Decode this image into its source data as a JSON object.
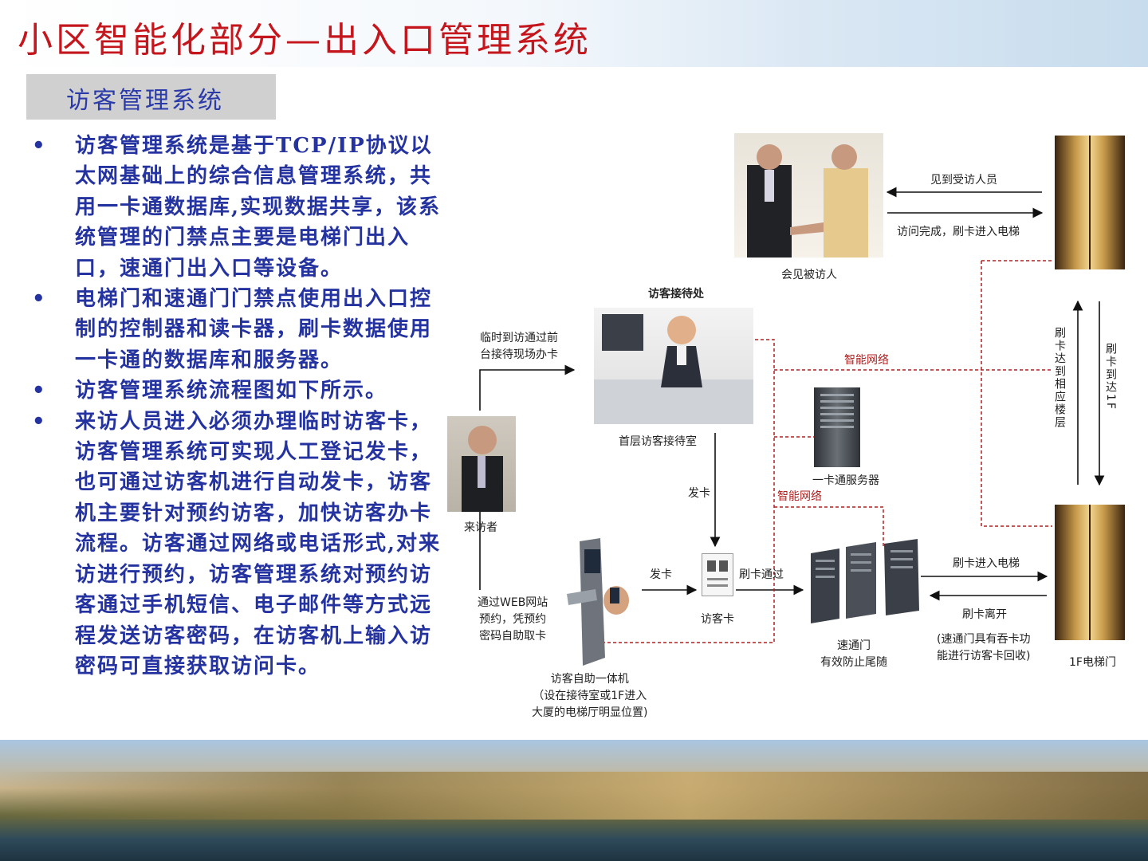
{
  "slide": {
    "title": "小区智能化部分—出入口管理系统",
    "section": "访客管理系统",
    "bullet_symbol": "•",
    "bullets": [
      "访客管理系统是基于TCP/IP协议以太网基础上的综合信息管理系统，共用一卡通数据库,实现数据共享，该系统管理的门禁点主要是电梯门出入口，速通门出入口等设备。",
      "电梯门和速通门门禁点使用出入口控制的控制器和读卡器，刷卡数据使用一卡通的数据库和服务器。",
      "访客管理系统流程图如下所示。",
      "来访人员进入必须办理临时访客卡，访客管理系统可实现人工登记发卡，也可通过访客机进行自动发卡，访客机主要针对预约访客，加快访客办卡流程。访客通过网络或电话形式,对来访进行预约，访客管理系统对预约访客通过手机短信、电子邮件等方式远程发送访客密码，在访客机上输入访密码可直接获取访问卡。"
    ]
  },
  "diagram": {
    "meet_person": "会见被访人",
    "see_visited": "见到受访人员",
    "visit_done": "访问完成，刷卡进入电梯",
    "reception_title": "访客接待处",
    "temp_visit": "临时到访通过前\n台接待现场办卡",
    "reception_room": "首层访客接待室",
    "smart_network_1": "智能网络",
    "smart_network_2": "智能网络",
    "card_server": "一卡通服务器",
    "visitor": "来访者",
    "issue_card_1": "发卡",
    "issue_card_2": "发卡",
    "web_booking": "通过WEB网站\n预约，凭预约\n密码自助取卡",
    "visitor_card": "访客卡",
    "swipe_pass": "刷卡通过",
    "kiosk": "访客自助一体机\n（设在接待室或1F进入\n大厦的电梯厅明显位置)",
    "gate": "速通门\n有效防止尾随",
    "swipe_enter_elevator": "刷卡进入电梯",
    "swipe_leave": "刷卡离开",
    "gate_note": "(速通门具有吞卡功\n能进行访客卡回收)",
    "elevator_1f": "1F电梯门",
    "swipe_floor": "刷卡达到相应楼层",
    "swipe_1f": "刷卡到达1F"
  },
  "colors": {
    "title_red": "#c4161c",
    "bullet_blue": "#2433a0",
    "network_red": "#b02020"
  }
}
